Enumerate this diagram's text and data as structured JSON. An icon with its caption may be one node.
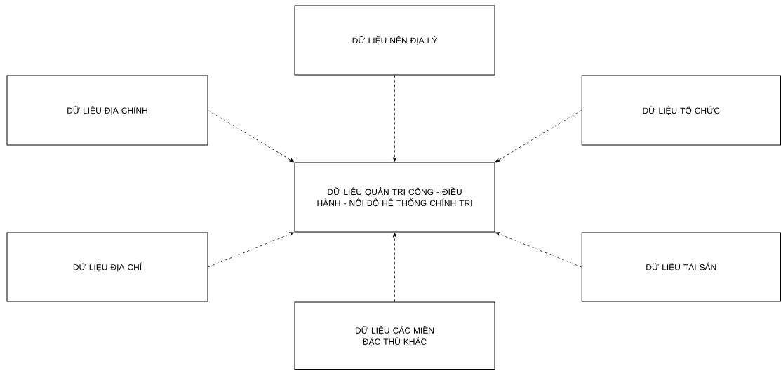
{
  "diagram": {
    "nodes": [
      {
        "text": [
          "DỮ LIỆU NỀN ĐỊA LÝ"
        ]
      },
      {
        "text": [
          "DỮ LIỆU ĐỊA CHÍNH"
        ]
      },
      {
        "text": [
          "DỮ LIỆU TỔ CHỨC"
        ]
      },
      {
        "text": [
          "DỮ LIỆU QUẢN TRỊ CÔNG - ĐIỀU HÀNH - NỘI BỘ HỆ THỐNG CHÍNH TRỊ"
        ]
      },
      {
        "text": [
          "DỮ LIỆU ĐỊA CHỈ"
        ]
      },
      {
        "text": [
          "DỮ LIỆU TÀI SẢN"
        ]
      },
      {
        "text": [
          "DỮ LIỆU CÁC MIỀN ĐẶC THÙ KHÁC"
        ]
      }
    ],
    "edges": [
      {
        "from": 0,
        "to": 3,
        "arrow": "to",
        "style": "dashed"
      },
      {
        "from": 1,
        "to": 3,
        "arrow": "to",
        "style": "dashed"
      },
      {
        "from": 2,
        "to": 3,
        "arrow": "to",
        "style": "dashed"
      },
      {
        "from": 4,
        "to": 3,
        "arrow": "to",
        "style": "dashed"
      },
      {
        "from": 5,
        "to": 3,
        "arrow": "to",
        "style": "dashed"
      },
      {
        "from": 6,
        "to": 3,
        "arrow": "to",
        "style": "dashed"
      }
    ]
  }
}
